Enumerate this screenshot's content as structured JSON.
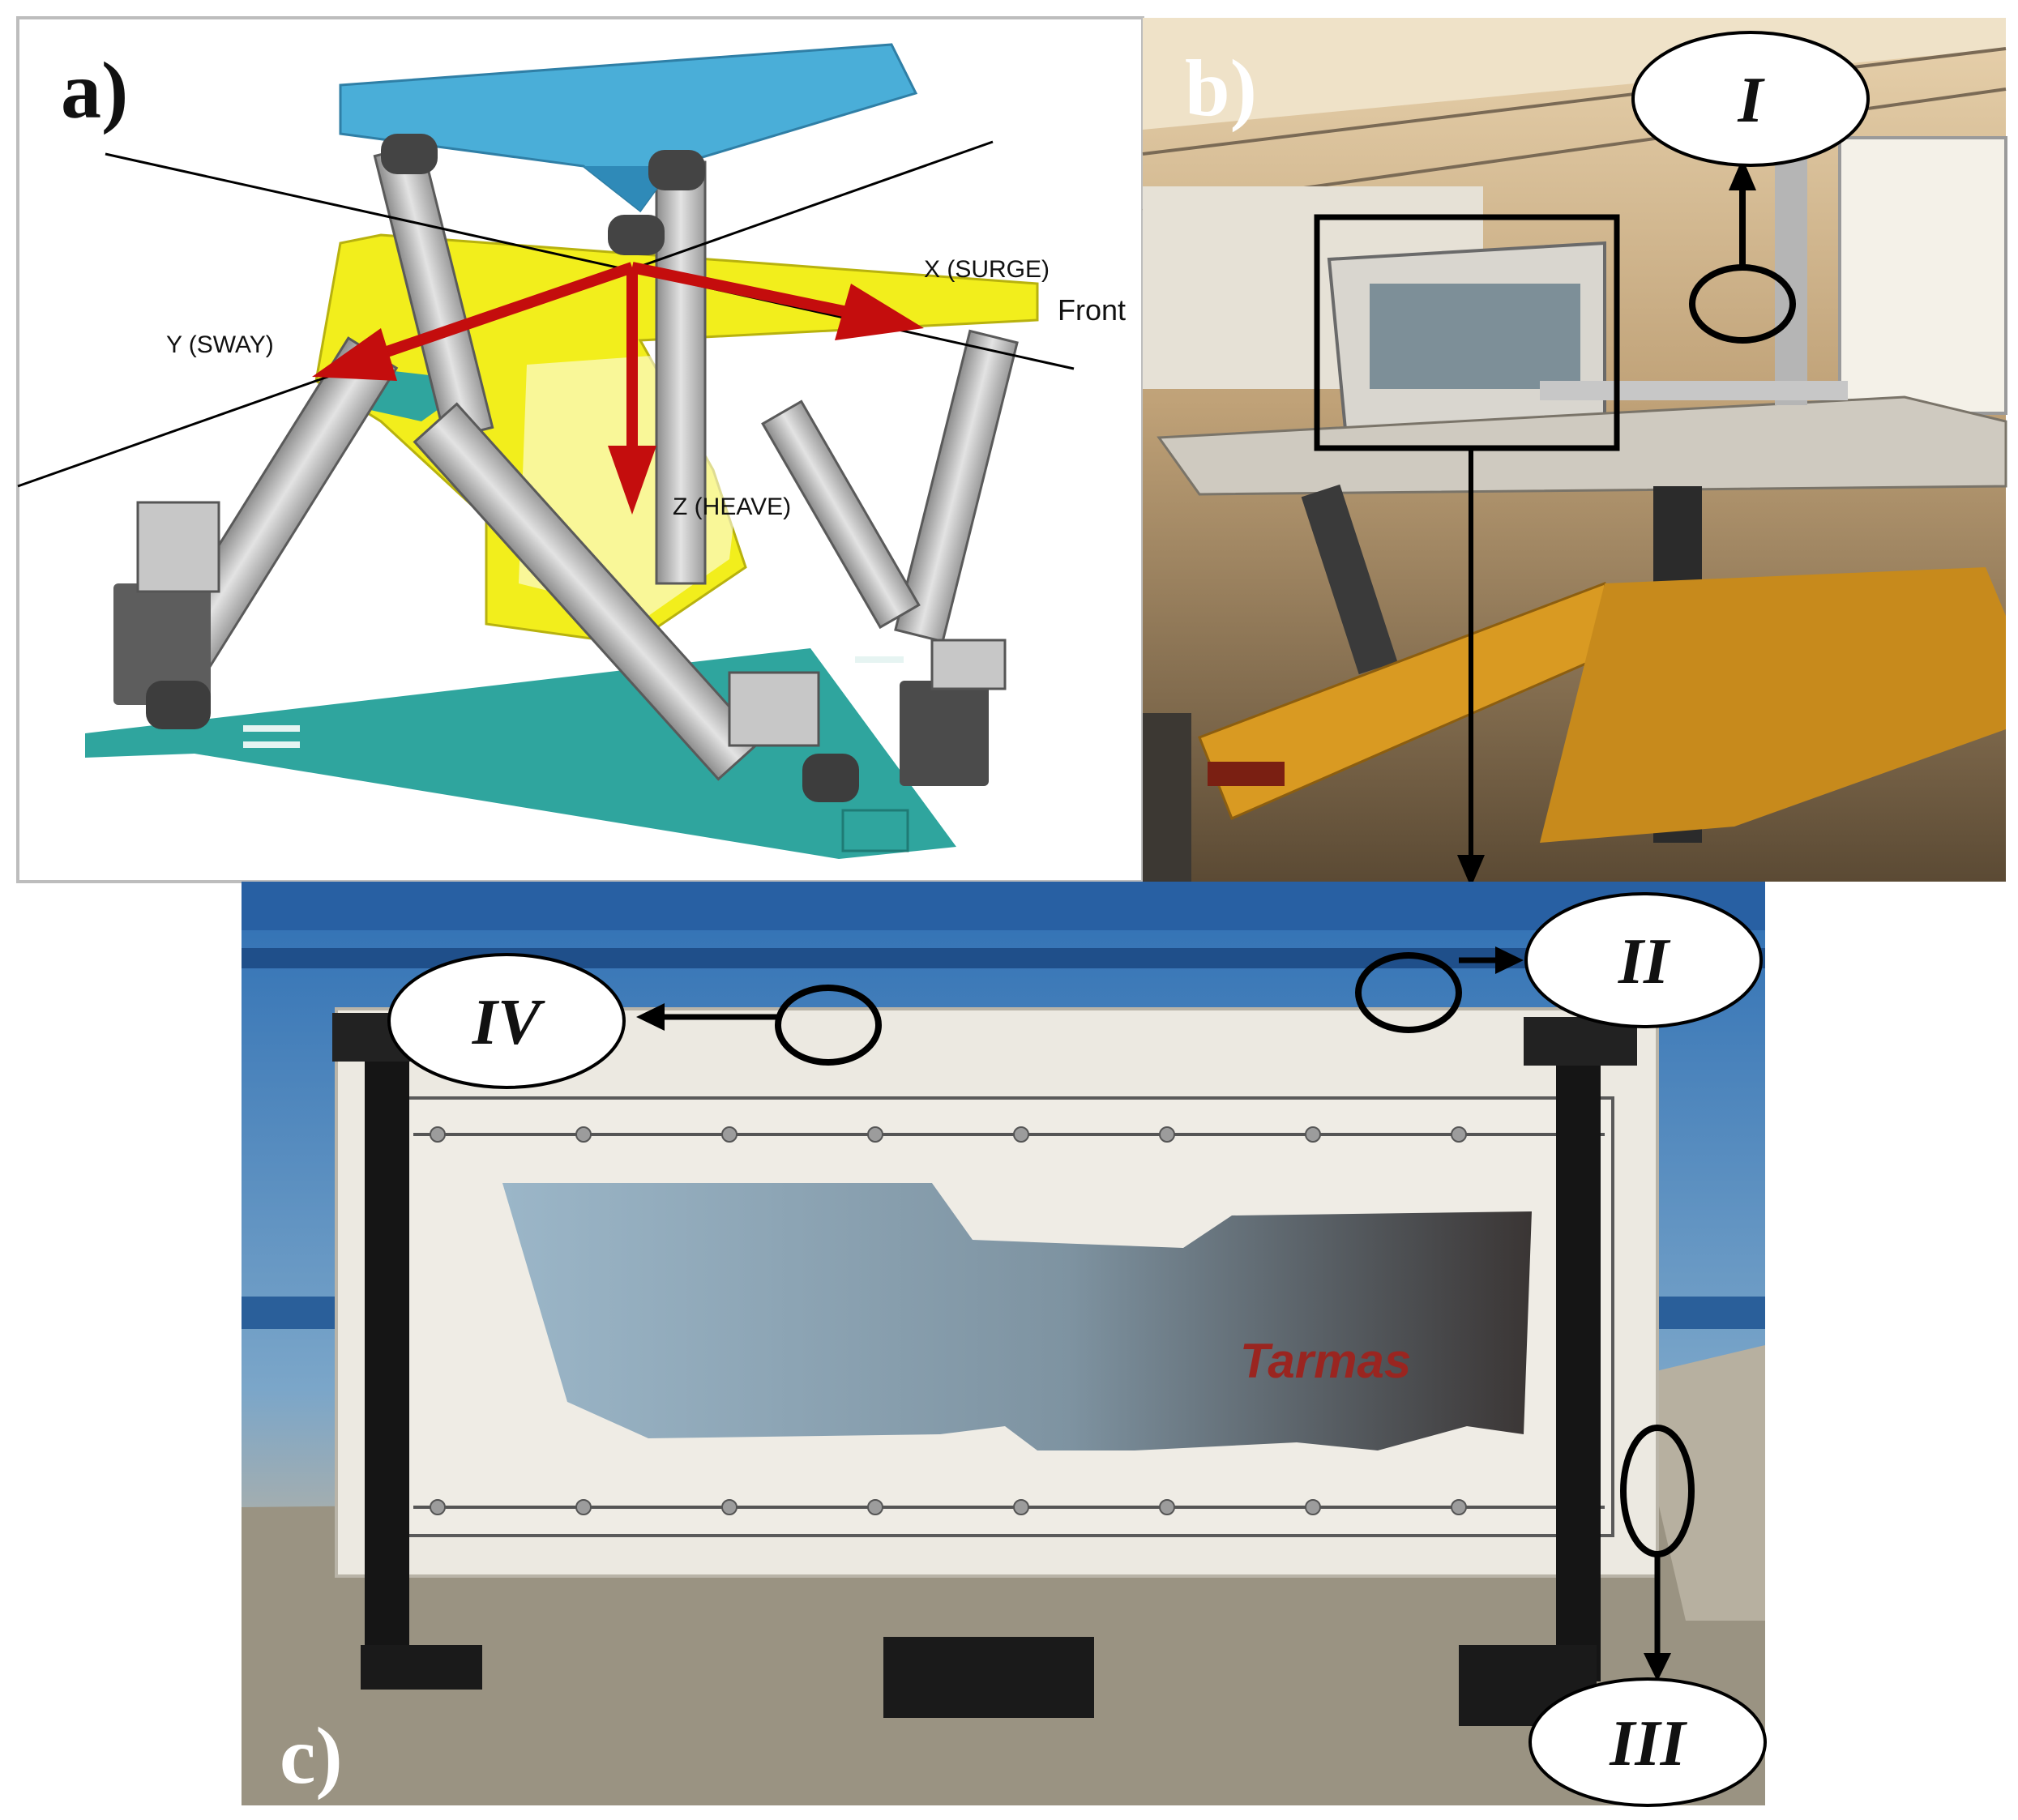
{
  "panels": {
    "a": {
      "label": "a)",
      "axes": {
        "x": "X (SURGE)",
        "y": "Y (SWAY)",
        "z": "Z (HEAVE)",
        "front": "Front"
      }
    },
    "b": {
      "label": "b)"
    },
    "c": {
      "label": "c)",
      "tank_logo": "Tarmas"
    }
  },
  "callouts": [
    "I",
    "II",
    "III",
    "IV"
  ],
  "colors": {
    "platform_top": "#4aaed8",
    "frame": "#f2ee1c",
    "base": "#2fa59e",
    "arrow": "#c40d0d",
    "photo_floor": "#c9a26a",
    "photo_hexapod": "#d99a22",
    "photo_wall": "#2f6fb2"
  }
}
